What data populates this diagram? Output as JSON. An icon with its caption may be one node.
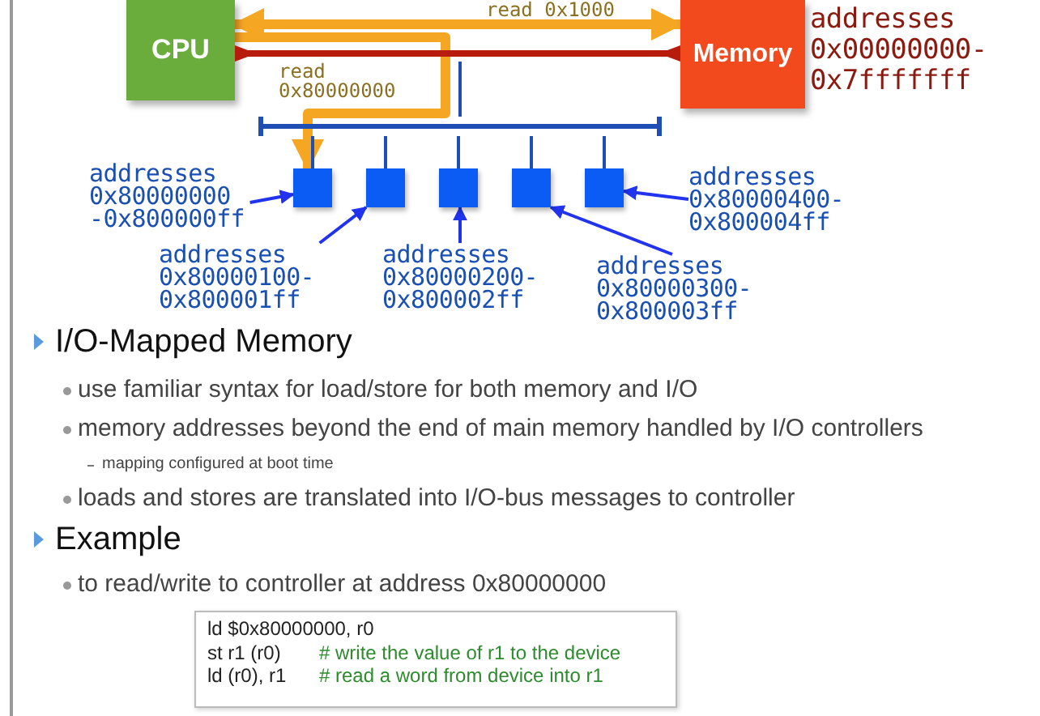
{
  "diagram": {
    "nodes": [
      {
        "text": [
          "CPU"
        ]
      },
      {
        "text": [
          "Memory"
        ],
        "beside": [
          "addresses 0x00000000- 0x7fffffff"
        ]
      },
      {
        "text": [],
        "shape": "bar"
      },
      {
        "text": [],
        "shape": "bar"
      },
      {
        "text": [],
        "shape": "box"
      },
      {
        "text": [],
        "shape": "box"
      },
      {
        "text": [],
        "shape": "box"
      },
      {
        "text": [],
        "shape": "box"
      },
      {
        "text": [],
        "shape": "box"
      },
      {
        "text": [
          "addresses 0x80000000 -0x800000ff"
        ]
      },
      {
        "text": [
          "addresses 0x80000100- 0x800001ff"
        ]
      },
      {
        "text": [
          "addresses 0x80000200- 0x800002ff"
        ]
      },
      {
        "text": [
          "addresses 0x80000300- 0x800003ff"
        ]
      },
      {
        "text": [
          "addresses 0x80000400- 0x800004ff"
        ]
      }
    ],
    "edges": [
      {
        "from": 0,
        "to": 1,
        "arrow": "both",
        "label": "read 0x1000",
        "style": "thick",
        "color": "#f5a623"
      },
      {
        "from": 0,
        "to": 4,
        "arrow": "to",
        "label": "read 0x80000000",
        "style": "thick",
        "color": "#f5a623"
      },
      {
        "from": 2,
        "to": 3,
        "arrow": "none"
      },
      {
        "from": 3,
        "to": 4,
        "arrow": "none"
      },
      {
        "from": 3,
        "to": 5,
        "arrow": "none"
      },
      {
        "from": 3,
        "to": 6,
        "arrow": "none"
      },
      {
        "from": 3,
        "to": 7,
        "arrow": "none"
      },
      {
        "from": 3,
        "to": 8,
        "arrow": "none"
      },
      {
        "from": 9,
        "to": 4,
        "arrow": "to",
        "color": "#2233ee"
      },
      {
        "from": 10,
        "to": 5,
        "arrow": "to",
        "color": "#2233ee"
      },
      {
        "from": 11,
        "to": 6,
        "arrow": "to",
        "color": "#2233ee"
      },
      {
        "from": 12,
        "to": 7,
        "arrow": "to",
        "color": "#2233ee"
      },
      {
        "from": 13,
        "to": 8,
        "arrow": "to",
        "color": "#2233ee"
      }
    ],
    "labels": [
      "I/O-Mapped Memory",
      "use familiar syntax for load/store for both memory and I/O",
      "memory addresses beyond the end of main memory handled by I/O controllers",
      "mapping configured at boot time",
      "loads and stores are translated into I/O-bus messages to controller",
      "Example",
      "to read/write to controller at address 0x80000000",
      "ld $0x80000000, r0",
      "st r1 (r0)",
      "# write the value of r1 to the device",
      "ld (r0), r1",
      "# read a word from device into r1"
    ]
  }
}
